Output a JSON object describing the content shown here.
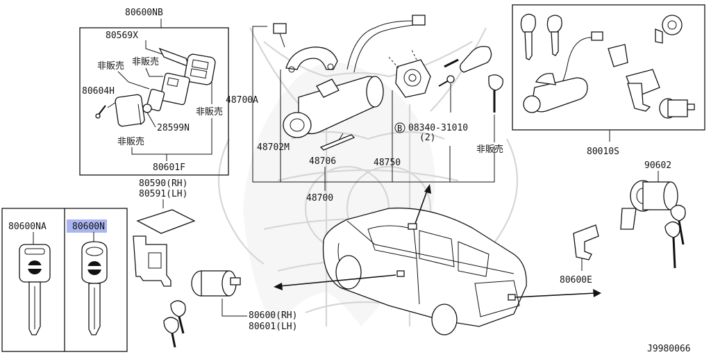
{
  "diagram_id": "J9980066",
  "highlight_color": "#a9b4f0",
  "labels": {
    "p80600NB": "80600NB",
    "p80569X": "80569X",
    "nfs1": "非販売",
    "nfs2": "非販売",
    "nfs3": "非販売",
    "nfs4": "非販売",
    "nfs5": "非販売",
    "p80604H": "80604H",
    "p28599N": "28599N",
    "p80601F": "80601F",
    "p80590": "80590(RH)",
    "p80591": "80591(LH)",
    "p80600NA": "80600NA",
    "p80600N": "80600N",
    "p48700A": "48700A",
    "p48702M": "48702M",
    "p48706": "48706",
    "p48750": "48750",
    "p48700": "48700",
    "bolt_mark": "B",
    "bolt_part": "08340-31010",
    "bolt_qty": "(2)",
    "p80010S": "80010S",
    "p90602": "90602",
    "p80600E": "80600E",
    "p80600RH": "80600(RH)",
    "p80601LH": "80601(LH)"
  }
}
